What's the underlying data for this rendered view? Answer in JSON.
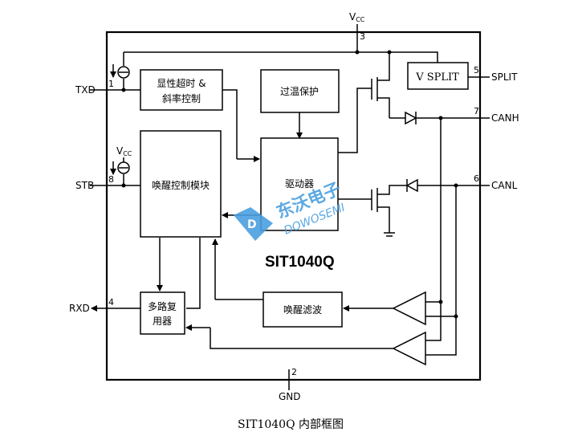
{
  "chip": {
    "name": "SIT1040Q",
    "caption": "SIT1040Q 内部框图"
  },
  "pins": {
    "txd": {
      "label": "TXD",
      "number": "1"
    },
    "stb": {
      "label": "STB",
      "number": "8"
    },
    "rxd": {
      "label": "RXD",
      "number": "4"
    },
    "vcc": {
      "label": "V",
      "sub": "CC",
      "number": "3"
    },
    "gnd": {
      "label": "GND",
      "number": "2"
    },
    "split": {
      "label": "SPLIT",
      "number": "5"
    },
    "canh": {
      "label": "CANH",
      "number": "7"
    },
    "canl": {
      "label": "CANL",
      "number": "6"
    }
  },
  "vcc_internal": {
    "label": "V",
    "sub": "CC"
  },
  "blocks": {
    "timeout": {
      "line1": "显性超时 &",
      "line2": "斜率控制"
    },
    "thermal": {
      "label": "过温保护"
    },
    "driver": {
      "label": "驱动器"
    },
    "wakeup": {
      "label": "唤醒控制模块"
    },
    "mux": {
      "line1": "多路复",
      "line2": "用器"
    },
    "filter": {
      "label": "唤醒滤波"
    },
    "vsplit": {
      "label": "V SPLIT"
    }
  },
  "watermark": {
    "cn": "东沃电子",
    "en": "DOWOSEMI",
    "color": "#4a9fe0"
  }
}
